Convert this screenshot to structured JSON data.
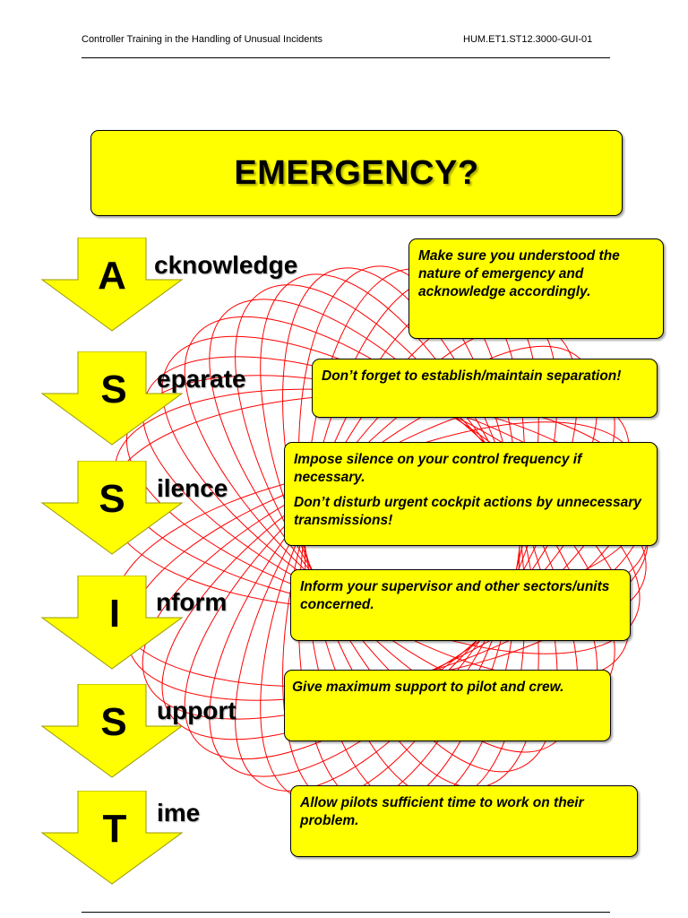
{
  "header": {
    "left": "Controller Training in the Handling of Unusual Incidents",
    "right": "HUM.ET1.ST12.3000-GUI-01"
  },
  "title": "EMERGENCY?",
  "items": [
    {
      "letter": "A",
      "word": "cknowledge",
      "text": "Make sure you understood the nature of emergency and acknowledge accordingly."
    },
    {
      "letter": "S",
      "word": "eparate",
      "text": "Don’t forget to establish/maintain separation!"
    },
    {
      "letter": "S",
      "word": "ilence",
      "text": "Impose silence on your control frequency if necessary.",
      "text2": "Don’t disturb urgent cockpit actions by unnecessary transmissions!"
    },
    {
      "letter": "I",
      "word": "nform",
      "text": "Inform your supervisor and other sectors/units concerned."
    },
    {
      "letter": "S",
      "word": "upport",
      "text": "Give maximum support to pilot and crew."
    },
    {
      "letter": "T",
      "word": "ime",
      "text": "Allow pilots sufficient time to work on their problem."
    }
  ],
  "colors": {
    "box_fill": "#ffff00",
    "arrow_fill": "#ffff00",
    "spirograph_stroke": "#ff0000"
  }
}
